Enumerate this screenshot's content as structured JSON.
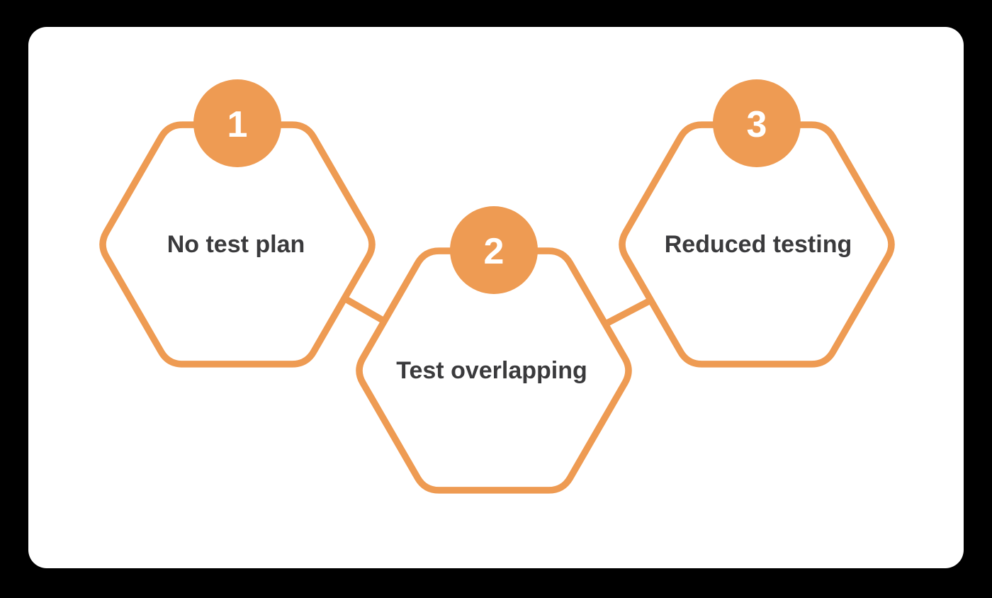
{
  "canvas": {
    "background": "#000000",
    "card_background": "#ffffff"
  },
  "colors": {
    "accent_orange": "#EE9B53",
    "text_dark": "#3A3A3C",
    "number_white": "#ffffff"
  },
  "diagram": {
    "type": "hexagon-process-diagram",
    "steps": [
      {
        "number": "1",
        "label": "No test plan"
      },
      {
        "number": "2",
        "label": "Test overlapping"
      },
      {
        "number": "3",
        "label": "Reduced testing"
      }
    ]
  }
}
